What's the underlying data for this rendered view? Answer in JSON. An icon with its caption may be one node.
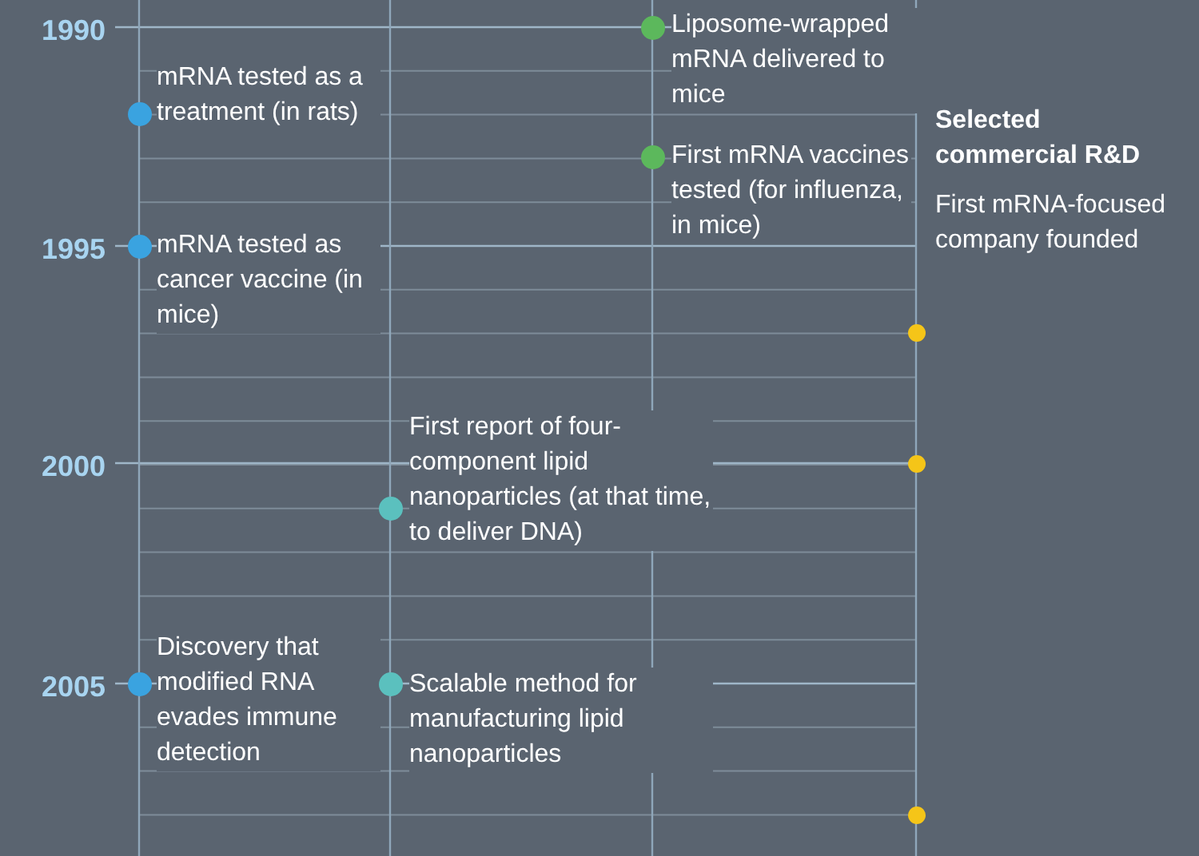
{
  "diagram": {
    "nodes": [
      {
        "text": [
          "Liposome-wrapped mRNA delivered to mice"
        ]
      },
      {
        "text": [
          "mRNA tested as a treatment (in rats)"
        ]
      },
      {
        "text": [
          "First mRNA vaccines tested (for influenza, in mice)"
        ]
      },
      {
        "text": [
          "mRNA tested as cancer vaccine (in mice)"
        ]
      },
      {
        "text": [
          "Selected commercial R&D",
          "First mRNA-focused company founded"
        ]
      },
      {
        "text": [
          "First report of four-component lipid nanoparticles (at that time, to deliver DNA)"
        ]
      },
      {
        "text": [],
        "shape": "circle"
      },
      {
        "text": [
          "Discovery that modified RNA evades immune detection"
        ]
      },
      {
        "text": [
          "Scalable method for manufacturing lipid nanoparticles"
        ]
      },
      {
        "text": [],
        "shape": "circle"
      }
    ],
    "labels": [
      "1990",
      "1995",
      "2000",
      "2005"
    ]
  }
}
